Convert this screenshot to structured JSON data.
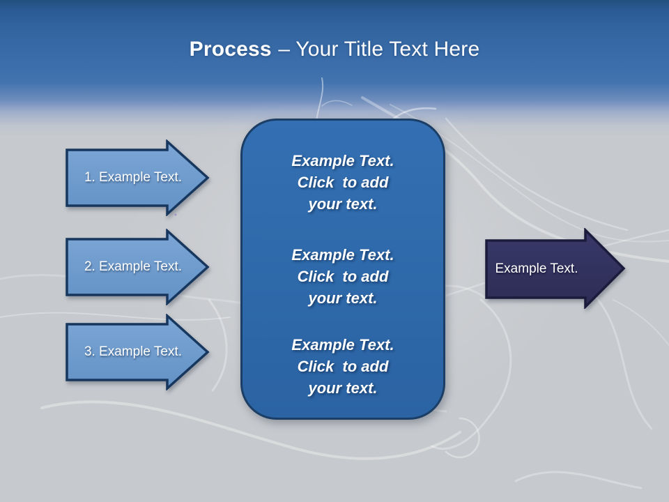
{
  "title": {
    "bold": "Process",
    "rest": "– Your Title Text Here"
  },
  "left_arrows": [
    {
      "label": "1. Example Text."
    },
    {
      "label": "2. Example Text."
    },
    {
      "label": "3. Example Text."
    }
  ],
  "center_panel": {
    "blocks": [
      {
        "lines": [
          "Example Text.",
          "Click  to add",
          "your text."
        ]
      },
      {
        "lines": [
          "Example Text.",
          "Click  to add",
          "your text."
        ]
      },
      {
        "lines": [
          "Example Text.",
          "Click  to add",
          "your text."
        ]
      }
    ]
  },
  "right_arrow": {
    "label": "Example Text."
  },
  "colors": {
    "header_top": "#23507F",
    "header_mid": "#3A6CA9",
    "background": "#C6C9CD",
    "left_arrow_fill": "#6E9CCD",
    "left_arrow_border": "#17375E",
    "panel_fill": "#2E69AA",
    "panel_border": "#1B3E66",
    "right_arrow_fill": "#32325E",
    "right_arrow_border": "#1B1B3C",
    "text": "#FFFFFF"
  }
}
